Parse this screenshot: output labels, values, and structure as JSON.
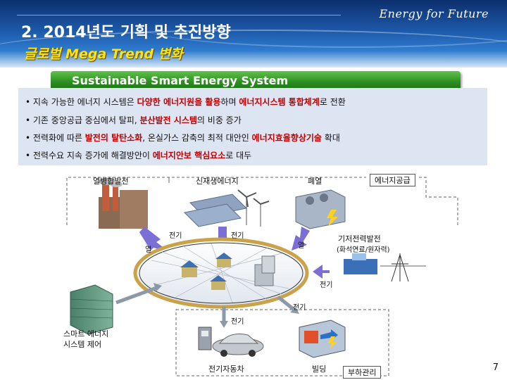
{
  "header": {
    "brand": "Energy for Future",
    "title": "2. 2014년도 기획 및 추진방향",
    "subtitle": "글로벌 Mega Trend 변화"
  },
  "banner": {
    "text": "Sustainable Smart Energy System"
  },
  "bullets": [
    {
      "parts": [
        {
          "text": "• 지속 가능한 에너지 시스템은 ",
          "hl": false
        },
        {
          "text": "다양한 에너지원을 활용",
          "hl": true
        },
        {
          "text": "하며 ",
          "hl": false
        },
        {
          "text": "에너지시스템 통합체계",
          "hl": true
        },
        {
          "text": "로 전환",
          "hl": false
        }
      ]
    },
    {
      "parts": [
        {
          "text": "• 기존 중앙공급 중심에서 탈피, ",
          "hl": false
        },
        {
          "text": "분산발전 시스템",
          "hl": true
        },
        {
          "text": "의 비중 증가",
          "hl": false
        }
      ]
    },
    {
      "parts": [
        {
          "text": "• 전력화에 따른 ",
          "hl": false
        },
        {
          "text": "발전의 탈탄소화",
          "hl": true
        },
        {
          "text": ", 온실가스 감축의 최적 대안인 ",
          "hl": false
        },
        {
          "text": "에너지효율향상기술",
          "hl": true
        },
        {
          "text": " 확대",
          "hl": false
        }
      ]
    },
    {
      "parts": [
        {
          "text": "• 전력수요 지속 증가에 해결방안이 ",
          "hl": false
        },
        {
          "text": "에너지안보 핵심요소",
          "hl": true
        },
        {
          "text": "로 대두",
          "hl": false
        }
      ]
    }
  ],
  "diagram": {
    "chp": "열병합발전",
    "renewable": "신재생에너지",
    "waste_heat": "폐열",
    "supply_box": "에너지공급",
    "base_power": "기저전력발전",
    "base_power_sub": "(화석연료/원자력)",
    "smart_system_1": "스마트 에너지",
    "smart_system_2": "시스템 제어",
    "ev": "전기자동차",
    "building": "빌딩",
    "load_box": "부하관리",
    "elec": "전기",
    "heat": "열"
  },
  "colors": {
    "arrow": "#7b6fd6",
    "banner_green": "#2d8f22",
    "highlight_red": "#c00000",
    "ring": "#c9a24a"
  },
  "page_number": "7"
}
